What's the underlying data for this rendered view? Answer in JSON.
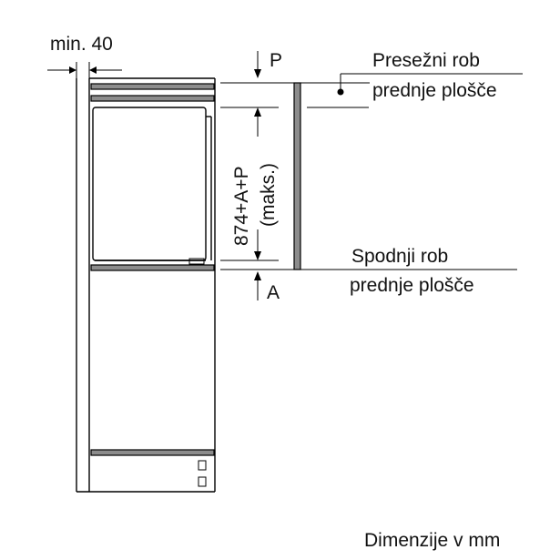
{
  "labels": {
    "min_gap": "min. 40",
    "top_marker": "P",
    "bottom_marker": "A",
    "top_edge_line1": "Presežni rob",
    "top_edge_line2": "prednje plošče",
    "bottom_edge_line1": "Spodnji rob",
    "bottom_edge_line2": "prednje plošče",
    "height_formula": "874+A+P",
    "height_note": "(maks.)",
    "units_note": "Dimenzije v mm"
  },
  "colors": {
    "outline": "#000000",
    "panel_fill": "#8c8c8c",
    "background": "#ffffff"
  }
}
